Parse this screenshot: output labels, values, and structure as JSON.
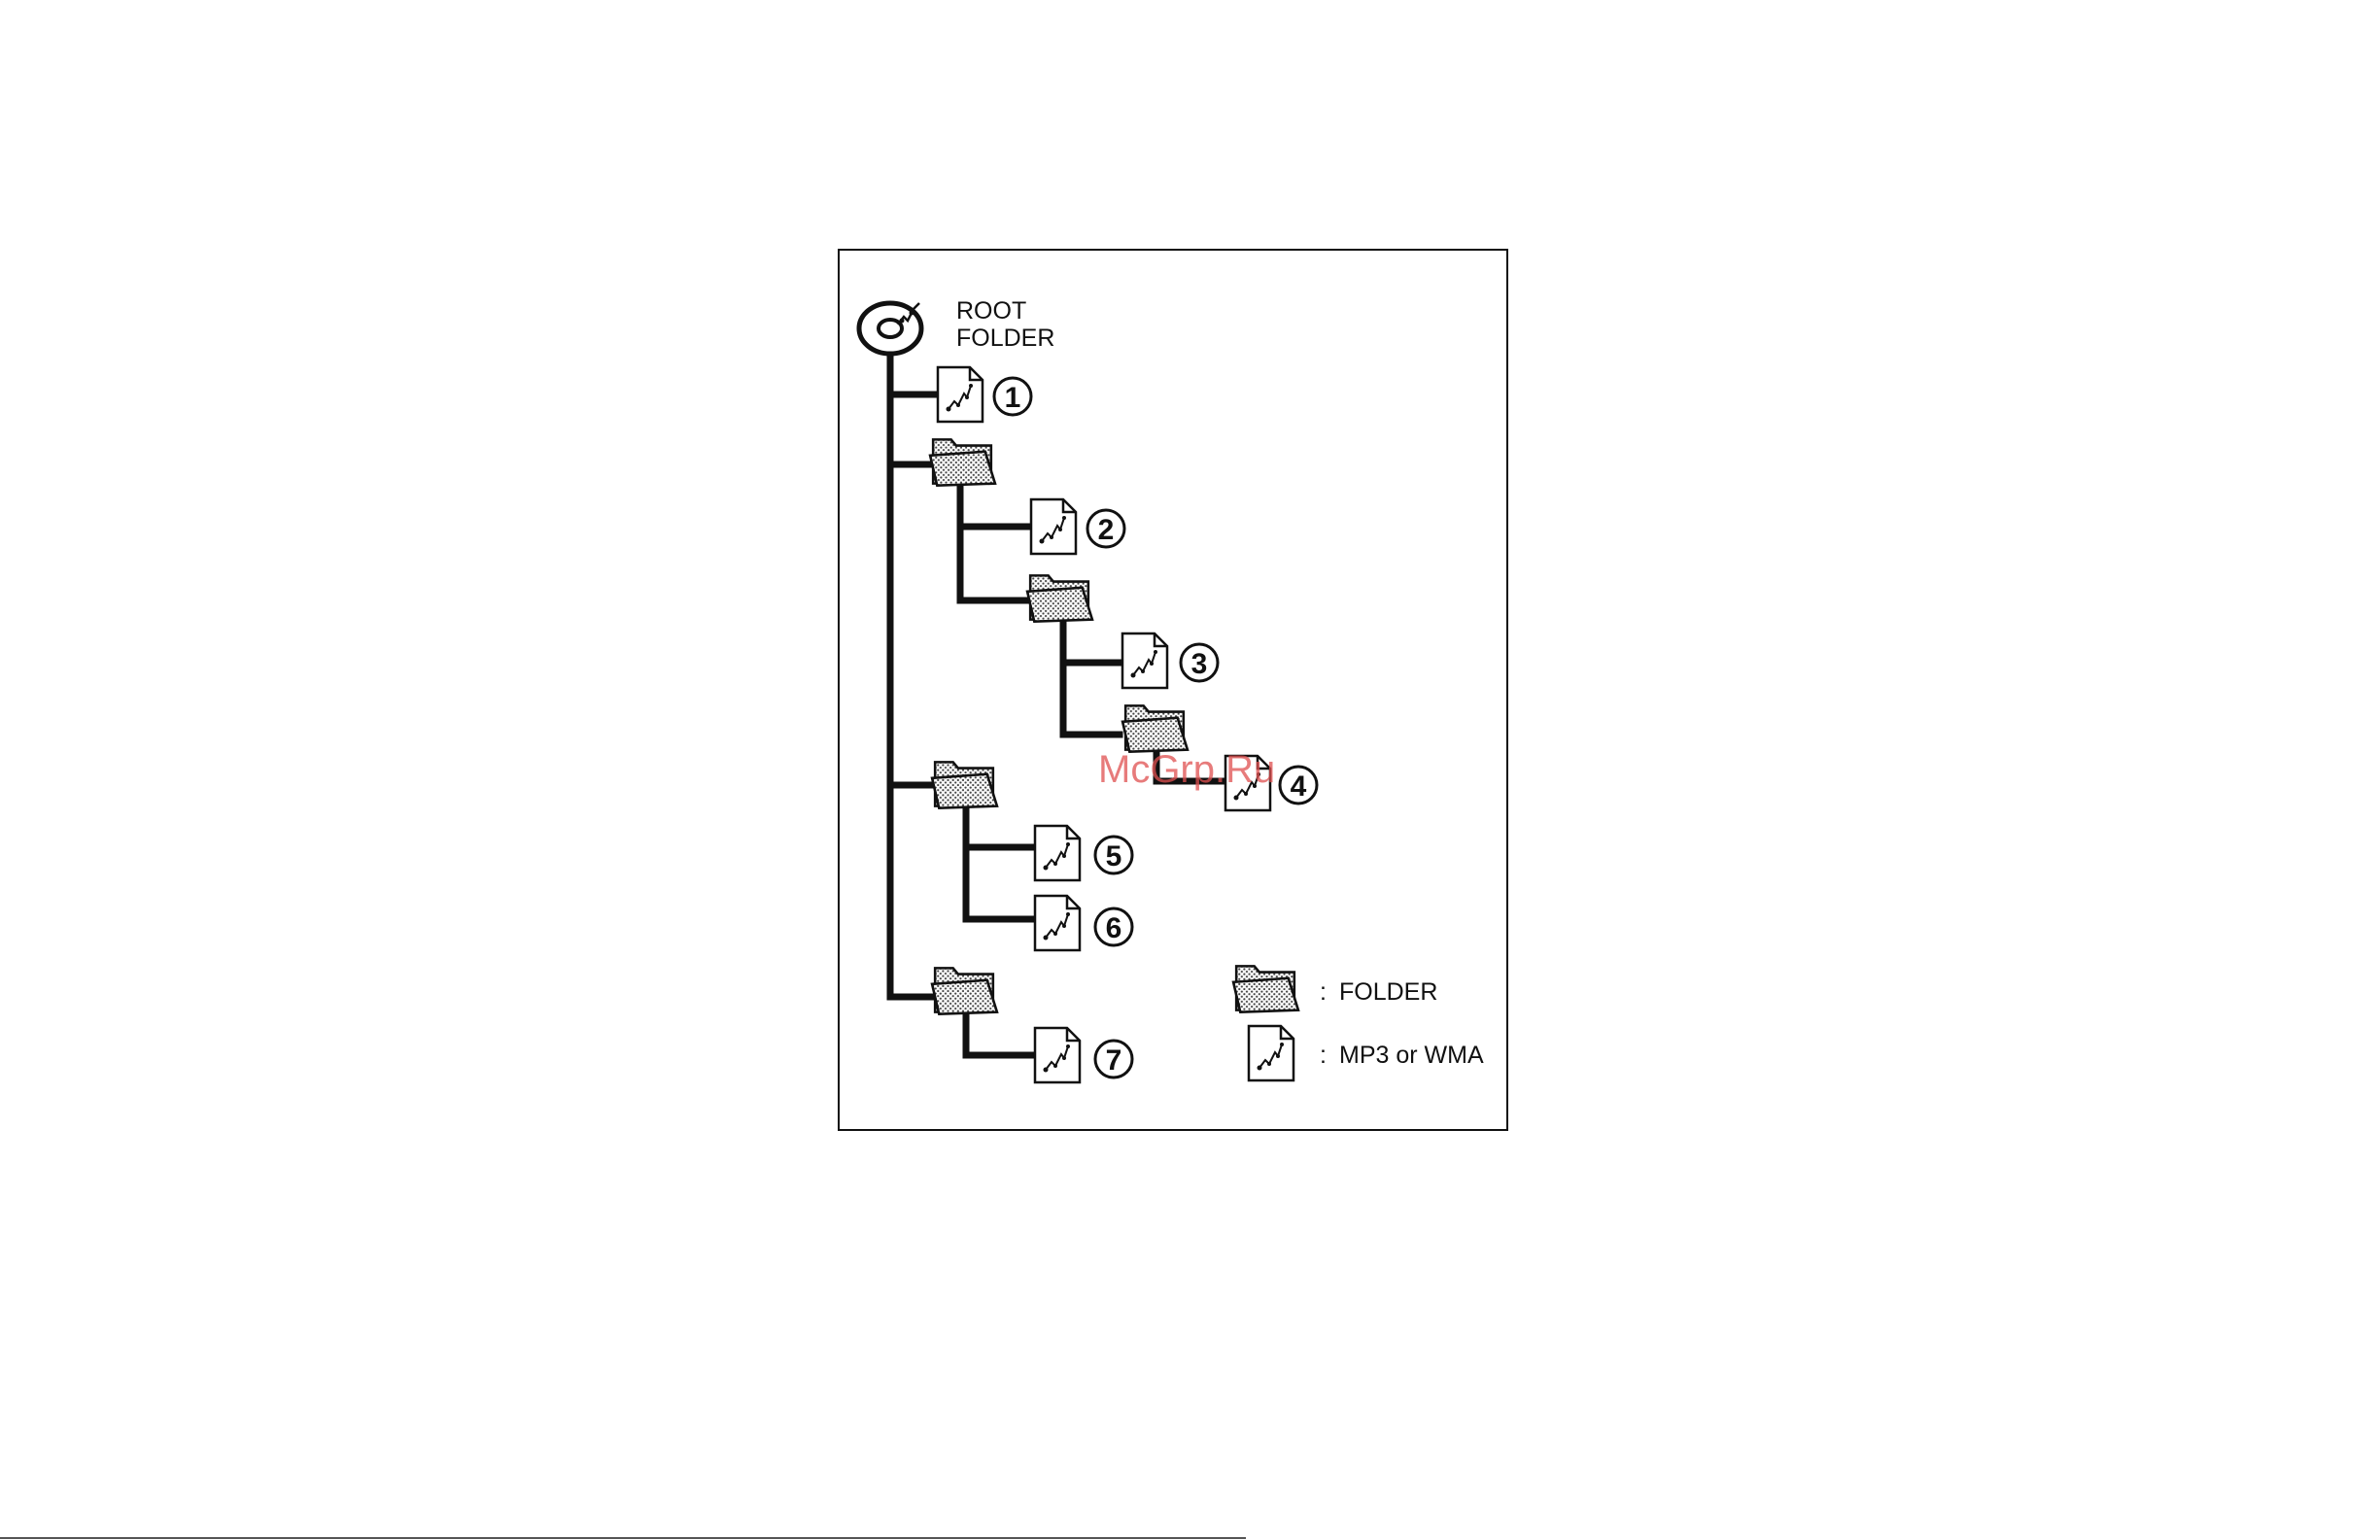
{
  "root": {
    "line1": "ROOT",
    "line2": "FOLDER"
  },
  "files": [
    "1",
    "2",
    "3",
    "4",
    "5",
    "6",
    "7"
  ],
  "legend": {
    "colon": ":",
    "folder_label": "FOLDER",
    "file_label": "MP3 or WMA"
  },
  "watermark": "McGrp.Ru"
}
